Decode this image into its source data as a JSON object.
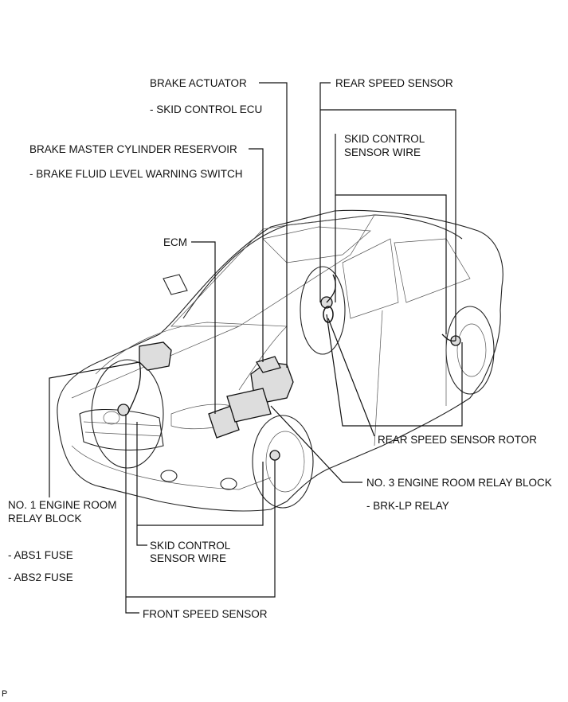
{
  "labels": {
    "brake_actuator": "BRAKE ACTUATOR",
    "skid_control_ecu": "- SKID CONTROL ECU",
    "rear_speed_sensor": "REAR SPEED SENSOR",
    "skid_control_sensor_wire_rear_1": "SKID CONTROL",
    "skid_control_sensor_wire_rear_2": "SENSOR WIRE",
    "brake_master_cylinder_reservoir": "BRAKE MASTER CYLINDER RESERVOIR",
    "brake_fluid_level_warning_switch": "- BRAKE FLUID LEVEL WARNING SWITCH",
    "ecm": "ECM",
    "rear_speed_sensor_rotor": "REAR SPEED SENSOR ROTOR",
    "no3_relay_block": "NO. 3 ENGINE ROOM RELAY BLOCK",
    "brk_lp_relay": "- BRK-LP RELAY",
    "no1_relay_block_1": "NO. 1 ENGINE ROOM",
    "no1_relay_block_2": "RELAY BLOCK",
    "abs1_fuse": "- ABS1 FUSE",
    "abs2_fuse": "- ABS2 FUSE",
    "skid_control_sensor_wire_front_1": "SKID CONTROL",
    "skid_control_sensor_wire_front_2": "SENSOR WIRE",
    "front_speed_sensor": "FRONT SPEED SENSOR",
    "corner_mark": "P"
  }
}
